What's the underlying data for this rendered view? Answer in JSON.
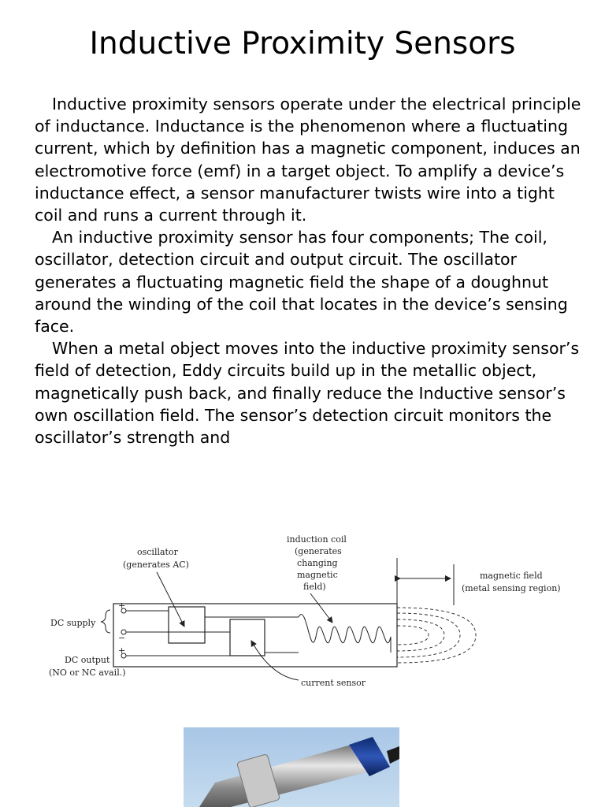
{
  "page": {
    "title": "Inductive Proximity Sensors",
    "paragraphs": [
      "Inductive proximity sensors operate under the electrical principle of inductance. Inductance is the phenomenon where a fluctuating current, which by definition has a magnetic component, induces an electromotive force (emf) in a target object. To amplify a device’s inductance effect, a sensor manufacturer twists wire into a tight coil and runs a current through it.",
      "An inductive proximity sensor has four components; The coil, oscillator, detection circuit and output circuit. The oscillator generates a fluctuating magnetic field the shape of a doughnut around the winding of the coil that locates in the device’s sensing face.",
      "When a metal object moves into the inductive proximity sensor’s field of detection, Eddy circuits build up in the metallic object, magnetically push back, and finally reduce the Inductive sensor’s own oscillation field. The sensor’s detection circuit monitors the oscillator’s strength and"
    ]
  },
  "diagram": {
    "oscillator_label": "oscillator",
    "oscillator_sub": "(generates AC)",
    "coil_label": [
      "induction coil",
      "(generates",
      "changing",
      "magnetic",
      "field)"
    ],
    "field_label": "magnetic field",
    "field_sub": "(metal sensing region)",
    "dc_supply": "DC supply",
    "dc_output": "DC output",
    "dc_output_sub": "(NO or NC avail.)",
    "current_sensor": "current sensor",
    "plus": "+",
    "minus": "−"
  }
}
